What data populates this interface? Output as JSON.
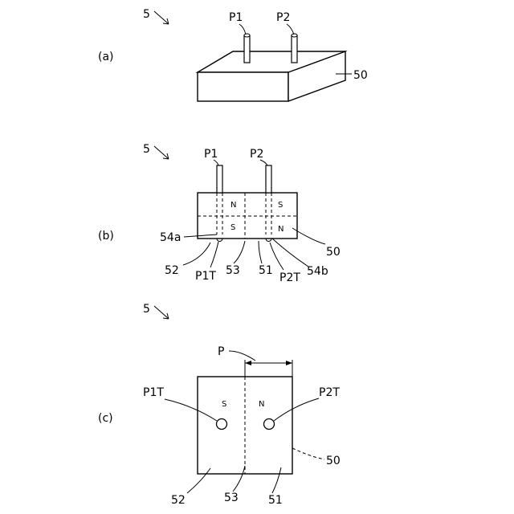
{
  "figure_ref": "5",
  "panel_a": {
    "tag": "(a)",
    "pin1": "P1",
    "pin2": "P2",
    "body": "50"
  },
  "panel_b": {
    "tag": "(b)",
    "pin1": "P1",
    "pin2": "P2",
    "pole_top_left": "N",
    "pole_top_right": "S",
    "pole_bottom_left": "S",
    "pole_bottom_right": "N",
    "body": "50",
    "hole_a": "54a",
    "hole_b": "54b",
    "face_left": "52",
    "term1": "P1T",
    "boundary": "53",
    "face_right": "51",
    "term2": "P2T"
  },
  "panel_c": {
    "tag": "(c)",
    "pitch": "P",
    "term1": "P1T",
    "term2": "P2T",
    "pole_left": "S",
    "pole_right": "N",
    "body": "50",
    "face_left": "52",
    "boundary": "53",
    "face_right": "51"
  }
}
